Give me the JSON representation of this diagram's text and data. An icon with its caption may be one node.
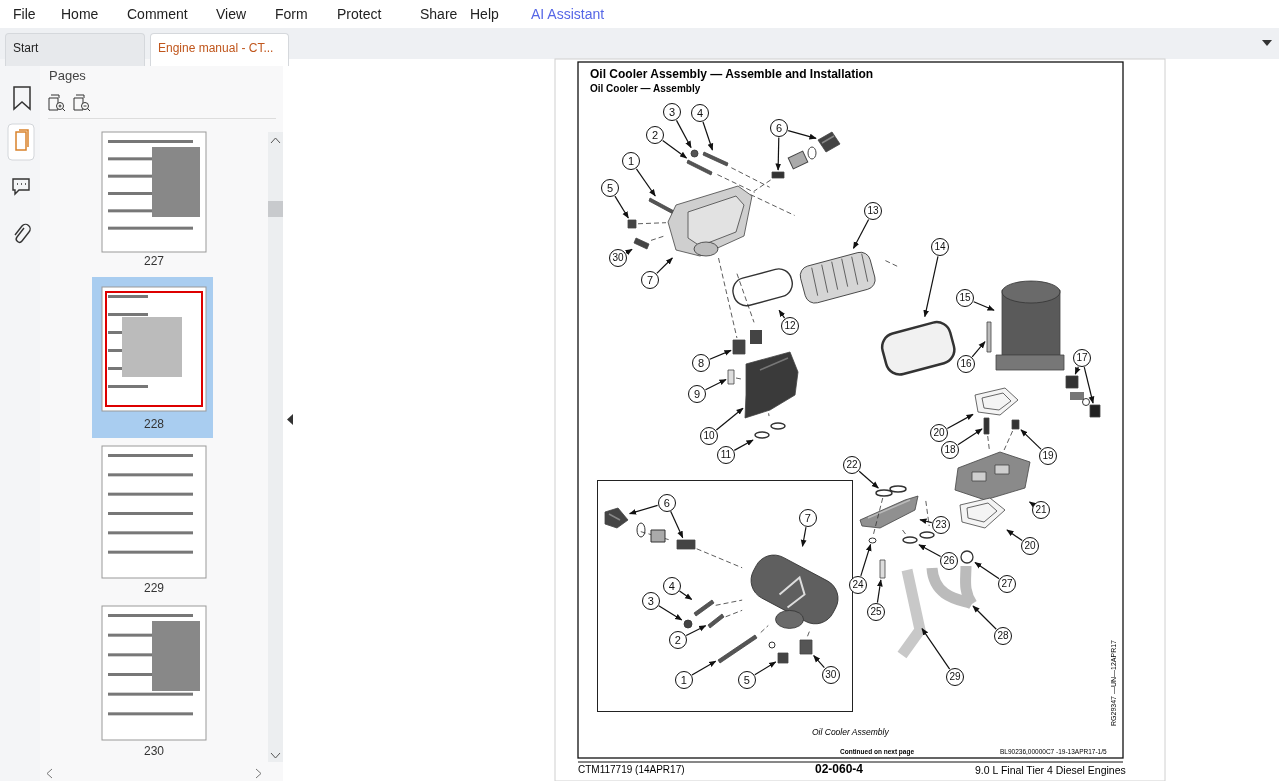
{
  "diagram": {
    "title": "Oil Cooler Assembly — Assemble and Installation",
    "nodes": [
      {
        "text": [
          "1"
        ]
      },
      {
        "text": [
          "2"
        ]
      },
      {
        "text": [
          "3"
        ]
      },
      {
        "text": [
          "4"
        ]
      },
      {
        "text": [
          "5"
        ]
      },
      {
        "text": [
          "6"
        ]
      },
      {
        "text": [
          "7"
        ]
      },
      {
        "text": [
          "8"
        ]
      },
      {
        "text": [
          "9"
        ]
      },
      {
        "text": [
          "10"
        ]
      },
      {
        "text": [
          "11"
        ]
      },
      {
        "text": [
          "12"
        ]
      },
      {
        "text": [
          "13"
        ]
      },
      {
        "text": [
          "14"
        ]
      },
      {
        "text": [
          "15"
        ]
      },
      {
        "text": [
          "16"
        ]
      },
      {
        "text": [
          "17"
        ]
      },
      {
        "text": [
          "18"
        ]
      },
      {
        "text": [
          "19"
        ]
      },
      {
        "text": [
          "20"
        ]
      },
      {
        "text": [
          "21"
        ]
      },
      {
        "text": [
          "22"
        ]
      },
      {
        "text": [
          "23"
        ]
      },
      {
        "text": [
          "24"
        ]
      },
      {
        "text": [
          "25"
        ]
      },
      {
        "text": [
          "26"
        ]
      },
      {
        "text": [
          "27"
        ]
      },
      {
        "text": [
          "28"
        ]
      },
      {
        "text": [
          "29"
        ]
      },
      {
        "text": [
          "30"
        ]
      },
      {
        "text": [],
        "shape": "box"
      },
      {
        "text": [
          "6"
        ],
        "in": 30
      },
      {
        "text": [
          "7"
        ],
        "in": 30
      },
      {
        "text": [
          "4"
        ],
        "in": 30
      },
      {
        "text": [
          "3"
        ],
        "in": 30
      },
      {
        "text": [
          "2"
        ],
        "in": 30
      },
      {
        "text": [
          "1"
        ],
        "in": 30
      },
      {
        "text": [
          "5"
        ],
        "in": 30
      },
      {
        "text": [
          "30"
        ],
        "in": 30
      },
      {
        "text": [
          "20"
        ]
      },
      {
        "text": [],
        "shape": "bar"
      },
      {
        "text": [],
        "shape": "bar"
      },
      {
        "text": [],
        "shape": "circle"
      },
      {
        "text": [],
        "shape": "bar"
      },
      {
        "text": [],
        "shape": "box"
      },
      {
        "text": [],
        "shape": "box"
      },
      {
        "text": [],
        "shape": "picture"
      },
      {
        "text": [],
        "shape": "picture"
      },
      {
        "text": [],
        "shape": "box"
      },
      {
        "text": [],
        "shape": "bar"
      },
      {
        "text": [],
        "shape": "picture"
      },
      {
        "text": [],
        "shape": "circle"
      },
      {
        "text": [],
        "shape": "box"
      },
      {
        "text": [],
        "shape": "picture"
      },
      {
        "text": [],
        "shape": "box"
      },
      {
        "text": [],
        "shape": "cylinder"
      },
      {
        "text": [],
        "shape": "bar"
      },
      {
        "text": [],
        "shape": "box"
      },
      {
        "text": [],
        "shape": "box"
      },
      {
        "text": [],
        "shape": "bar"
      },
      {
        "text": [],
        "shape": "box"
      },
      {
        "text": [],
        "shape": "picture"
      },
      {
        "text": [],
        "shape": "picture"
      },
      {
        "text": [],
        "shape": "circle"
      },
      {
        "text": [],
        "shape": "picture"
      },
      {
        "text": [],
        "shape": "circle"
      },
      {
        "text": [],
        "shape": "bar"
      },
      {
        "text": [],
        "shape": "circle"
      },
      {
        "text": [],
        "shape": "circle"
      },
      {
        "text": [],
        "shape": "picture"
      },
      {
        "text": [],
        "shape": "picture"
      },
      {
        "text": [],
        "shape": "bar"
      },
      {
        "text": [],
        "shape": "picture"
      },
      {
        "text": [],
        "shape": "picture",
        "in": 30
      },
      {
        "text": [],
        "shape": "box",
        "in": 30
      },
      {
        "text": [],
        "shape": "picture",
        "in": 30
      },
      {
        "text": [],
        "shape": "bar",
        "in": 30
      },
      {
        "text": [],
        "shape": "circle",
        "in": 30
      },
      {
        "text": [],
        "shape": "bar",
        "in": 30
      },
      {
        "text": [],
        "shape": "bar",
        "in": 30
      },
      {
        "text": [],
        "shape": "box",
        "in": 30
      },
      {
        "text": [],
        "shape": "box",
        "in": 30
      }
    ],
    "edges": [
      {
        "from": 0,
        "to": 40,
        "arrow": "to"
      },
      {
        "from": 1,
        "to": 41,
        "arrow": "to"
      },
      {
        "from": 2,
        "to": 42,
        "arrow": "to"
      },
      {
        "from": 3,
        "to": 43,
        "arrow": "to"
      },
      {
        "from": 4,
        "to": 44,
        "arrow": "to"
      },
      {
        "from": 5,
        "to": 45,
        "arrow": "to"
      },
      {
        "from": 5,
        "to": 46,
        "arrow": "to"
      },
      {
        "from": 6,
        "to": 47,
        "arrow": "to"
      },
      {
        "from": 7,
        "to": 48,
        "arrow": "to"
      },
      {
        "from": 8,
        "to": 49,
        "arrow": "to"
      },
      {
        "from": 9,
        "to": 50,
        "arrow": "to"
      },
      {
        "from": 10,
        "to": 51,
        "arrow": "to"
      },
      {
        "from": 11,
        "to": 52,
        "arrow": "to"
      },
      {
        "from": 12,
        "to": 53,
        "arrow": "to"
      },
      {
        "from": 13,
        "to": 54,
        "arrow": "to"
      },
      {
        "from": 14,
        "to": 55,
        "arrow": "to"
      },
      {
        "from": 15,
        "to": 56,
        "arrow": "to"
      },
      {
        "from": 16,
        "to": 57,
        "arrow": "to"
      },
      {
        "from": 16,
        "to": 58,
        "arrow": "to"
      },
      {
        "from": 17,
        "to": 59,
        "arrow": "to"
      },
      {
        "from": 18,
        "to": 60,
        "arrow": "to"
      },
      {
        "from": 19,
        "to": 61,
        "arrow": "to"
      },
      {
        "from": 20,
        "to": 62,
        "arrow": "to"
      },
      {
        "from": 21,
        "to": 63,
        "arrow": "to"
      },
      {
        "from": 22,
        "to": 64,
        "arrow": "to"
      },
      {
        "from": 23,
        "to": 65,
        "arrow": "to"
      },
      {
        "from": 24,
        "to": 66,
        "arrow": "to"
      },
      {
        "from": 25,
        "to": 67,
        "arrow": "to"
      },
      {
        "from": 26,
        "to": 68,
        "arrow": "to"
      },
      {
        "from": 27,
        "to": 69,
        "arrow": "to"
      },
      {
        "from": 28,
        "to": 70,
        "arrow": "to"
      },
      {
        "from": 29,
        "to": 71,
        "arrow": "to"
      },
      {
        "from": 39,
        "to": 72,
        "arrow": "to"
      },
      {
        "from": 31,
        "to": 73,
        "arrow": "to"
      },
      {
        "from": 31,
        "to": 74,
        "arrow": "to"
      },
      {
        "from": 32,
        "to": 75,
        "arrow": "to"
      },
      {
        "from": 33,
        "to": 76,
        "arrow": "to"
      },
      {
        "from": 34,
        "to": 77,
        "arrow": "to"
      },
      {
        "from": 35,
        "to": 78,
        "arrow": "to"
      },
      {
        "from": 36,
        "to": 79,
        "arrow": "to"
      },
      {
        "from": 37,
        "to": 80,
        "arrow": "to"
      },
      {
        "from": 38,
        "to": 81,
        "arrow": "to"
      },
      {
        "from": 45,
        "to": 47,
        "arrow": "none",
        "style": "dashed"
      },
      {
        "from": 44,
        "to": 47,
        "arrow": "none",
        "style": "dashed"
      },
      {
        "from": 71,
        "to": 47,
        "arrow": "none",
        "style": "dashed"
      },
      {
        "from": 47,
        "to": 48,
        "arrow": "none",
        "style": "dashed"
      },
      {
        "from": 49,
        "to": 50,
        "arrow": "none",
        "style": "dashed"
      },
      {
        "from": 63,
        "to": 65,
        "arrow": "none",
        "style": "dashed"
      },
      {
        "from": 64,
        "to": 67,
        "arrow": "none",
        "style": "dashed"
      },
      {
        "from": 59,
        "to": 62,
        "arrow": "none",
        "style": "dashed"
      },
      {
        "from": 60,
        "to": 62,
        "arrow": "none",
        "style": "dashed"
      },
      {
        "from": 74,
        "to": 75,
        "arrow": "none",
        "style": "dashed"
      },
      {
        "from": 76,
        "to": 75,
        "arrow": "none",
        "style": "dashed"
      },
      {
        "from": 78,
        "to": 75,
        "arrow": "none",
        "style": "dashed"
      }
    ],
    "labels": [
      "File",
      "Home",
      "Comment",
      "View",
      "Form",
      "Protect",
      "Share",
      "Help",
      "AI Assistant",
      "Start",
      "Engine manual - CT...",
      "Pages",
      "227",
      "228",
      "229",
      "230",
      "Oil Cooler — Assembly",
      "RG29347 —UN—12APR17",
      "Oil Cooler Assembly",
      "Continued on next page",
      "BL90236,00000C7 -19-13APR17-1/5",
      "CTM117719 (14APR17)",
      "02-060-4",
      "9.0 L Final Tier 4 Diesel Engines"
    ]
  }
}
